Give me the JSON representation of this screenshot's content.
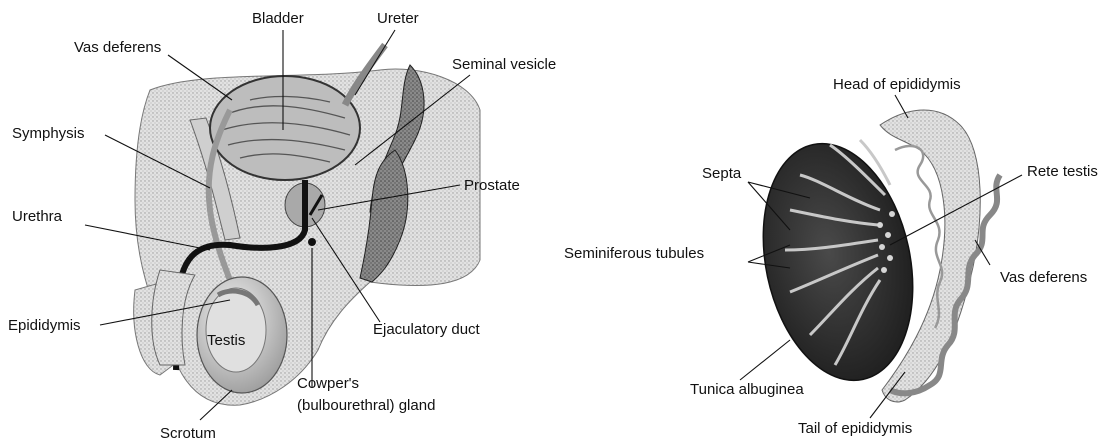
{
  "left_diagram": {
    "labels": {
      "bladder": "Bladder",
      "ureter": "Ureter",
      "vas_deferens": "Vas deferens",
      "seminal_vesicle": "Seminal vesicle",
      "symphysis": "Symphysis",
      "prostate": "Prostate",
      "urethra": "Urethra",
      "epididymis": "Epididymis",
      "testis": "Testis",
      "ejaculatory_duct": "Ejaculatory duct",
      "cowpers_line1": "Cowper's",
      "cowpers_line2": "(bulbourethral) gland",
      "scrotum": "Scrotum"
    }
  },
  "right_diagram": {
    "labels": {
      "head_of_epididymis": "Head of epididymis",
      "septa": "Septa",
      "rete_testis": "Rete testis",
      "seminiferous_tubules": "Seminiferous tubules",
      "vas_deferens": "Vas deferens",
      "tunica_albuginea": "Tunica albuginea",
      "tail_of_epididymis": "Tail of epididymis"
    }
  }
}
